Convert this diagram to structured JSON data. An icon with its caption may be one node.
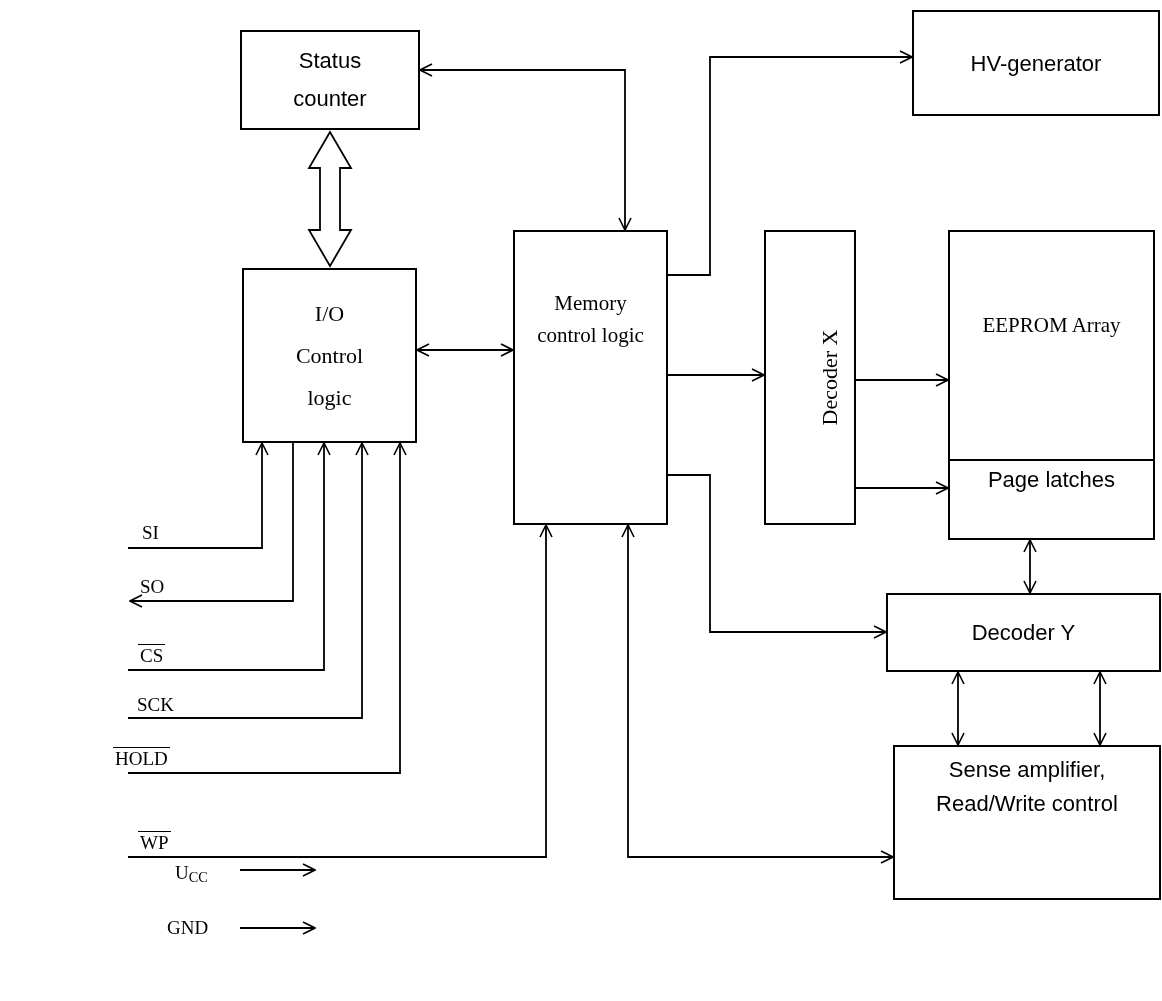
{
  "diagram": {
    "nodes": [
      {
        "text": [
          "Status counter"
        ]
      },
      {
        "text": [
          "I/O Control logic"
        ]
      },
      {
        "text": [
          "Memory control logic"
        ]
      },
      {
        "text": [
          "HV-generator"
        ]
      },
      {
        "text": [
          "Decoder X"
        ]
      },
      {
        "text": [
          "EEPROM Array"
        ]
      },
      {
        "text": [
          "Page latches"
        ]
      },
      {
        "text": [
          "Decoder Y"
        ]
      },
      {
        "text": [
          "Sense amplifier, Read/Write control"
        ]
      },
      {
        "text": [
          "SI"
        ]
      },
      {
        "text": [
          "SO"
        ]
      },
      {
        "text": [
          "CS"
        ]
      },
      {
        "text": [
          "SCK"
        ]
      },
      {
        "text": [
          "HOLD"
        ]
      },
      {
        "text": [
          "WP"
        ]
      },
      {
        "text": [
          "U$_{CC}$"
        ]
      },
      {
        "text": [
          "GND"
        ]
      }
    ],
    "edges": [
      {
        "from": 0,
        "to": 2,
        "arrow": "both"
      },
      {
        "from": 0,
        "to": 1,
        "arrow": "both",
        "style": "thick"
      },
      {
        "from": 1,
        "to": 2,
        "arrow": "both"
      },
      {
        "from": 2,
        "to": 3,
        "arrow": "to"
      },
      {
        "from": 2,
        "to": 4,
        "arrow": "to"
      },
      {
        "from": 2,
        "to": 7,
        "arrow": "to"
      },
      {
        "from": 4,
        "to": 5,
        "arrow": "to"
      },
      {
        "from": 4,
        "to": 6,
        "arrow": "to"
      },
      {
        "from": 6,
        "to": 7,
        "arrow": "both"
      },
      {
        "from": 7,
        "to": 8,
        "arrow": "both"
      },
      {
        "from": 7,
        "to": 8,
        "arrow": "both"
      },
      {
        "from": 9,
        "to": 1,
        "arrow": "to"
      },
      {
        "from": 1,
        "to": 10,
        "arrow": "to"
      },
      {
        "from": 11,
        "to": 1,
        "arrow": "to"
      },
      {
        "from": 12,
        "to": 1,
        "arrow": "to"
      },
      {
        "from": 13,
        "to": 1,
        "arrow": "to"
      },
      {
        "from": 14,
        "to": 2,
        "arrow": "to"
      },
      {
        "from": 2,
        "to": 8,
        "arrow": "both"
      },
      {
        "from": 15,
        "to": null,
        "arrow": "to"
      },
      {
        "from": 16,
        "to": null,
        "arrow": "to"
      }
    ]
  }
}
